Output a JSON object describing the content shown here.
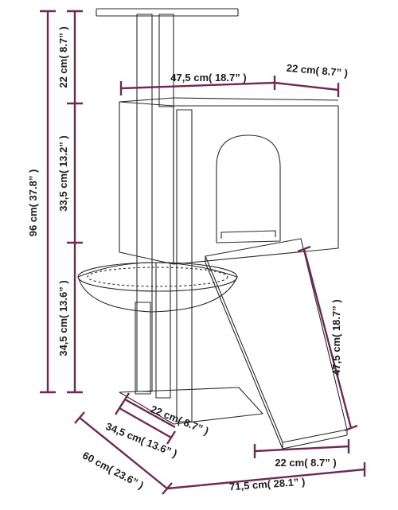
{
  "dimensions": {
    "total_height": "96 cm( 37.8” )",
    "top_segment": "22 cm( 8.7” )",
    "middle_segment": "33,5 cm( 13.2” )",
    "lower_segment": "34,5 cm( 13.6” )",
    "house_width": "47,5 cm( 18.7” )",
    "house_depth": "22 cm( 8.7” )",
    "ramp_length": "47,5 cm( 18.7” )",
    "ramp_width": "22 cm( 8.7” )",
    "base_depth_inner": "22 cm( 8.7” )",
    "base_depth": "34,5 cm( 13.6” )",
    "overall_depth": "60 cm( 23.6” )",
    "overall_width": "71,5 cm( 28.1” )"
  },
  "colors": {
    "dimension_line": "#6d2a55",
    "outline": "#2a2a2a"
  }
}
